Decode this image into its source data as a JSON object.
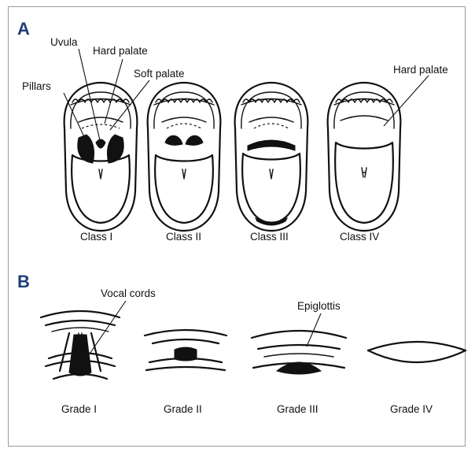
{
  "panels": {
    "a": {
      "letter": "A",
      "labels": {
        "uvula": "Uvula",
        "hard_palate": "Hard palate",
        "soft_palate": "Soft palate",
        "pillars": "Pillars",
        "hard_palate_iv": "Hard palate"
      },
      "captions": [
        "Class I",
        "Class II",
        "Class III",
        "Class IV"
      ]
    },
    "b": {
      "letter": "B",
      "labels": {
        "vocal_cords": "Vocal cords",
        "epiglottis": "Epiglottis"
      },
      "captions": [
        "Grade I",
        "Grade II",
        "Grade III",
        "Grade IV"
      ]
    }
  },
  "colors": {
    "panel_letter": "#1f3f7a",
    "ink": "#111111",
    "border": "#9a9a9a"
  }
}
